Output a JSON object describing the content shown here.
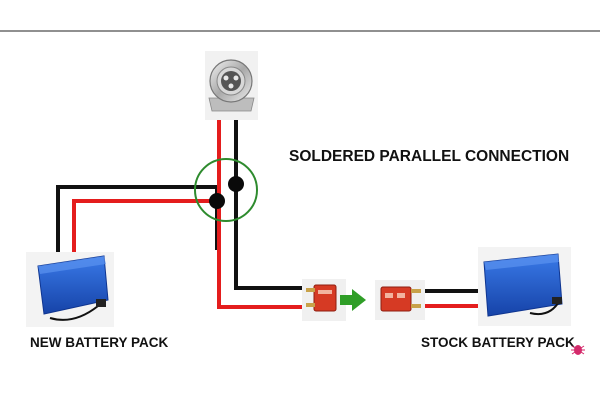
{
  "labels": {
    "callout": "SOLDERED PARALLEL CONNECTION",
    "new_pack": "NEW BATTERY PACK",
    "stock_pack": "STOCK BATTERY PACK"
  },
  "colors": {
    "positive_wire": "#e41d1d",
    "negative_wire": "#111111",
    "highlight_circle": "#2e8b2e",
    "arrow": "#2f9e27",
    "battery": "#1b55c9",
    "connector": "#d63a24",
    "divider": "#6b6b6b"
  },
  "icons": {
    "socket": "round-3-pin-socket-icon",
    "joint": "solder-joint-icon",
    "battery": "battery-pack-icon",
    "connector": "t-plug-connector-icon",
    "arrow": "arrow-right-icon",
    "watermark": "bug-logo-icon"
  }
}
